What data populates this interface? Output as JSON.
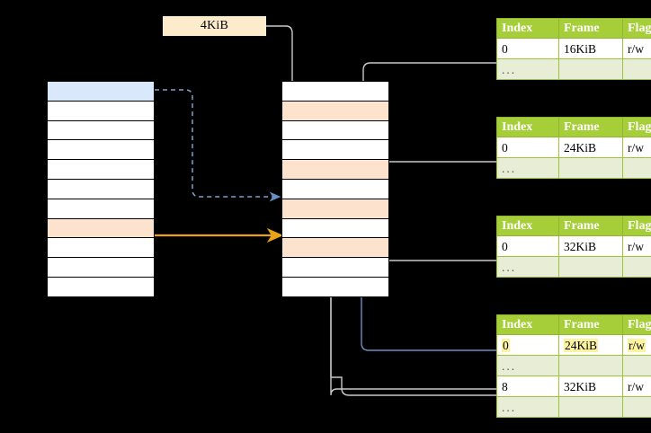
{
  "diagram": {
    "title_chip": {
      "label": "4KiB"
    },
    "colors": {
      "header_green": "#a6ce39",
      "ellipsis_row": "#e8eed6",
      "highlight_yellow": "#fbf3a0",
      "peach": "#fde3cd",
      "blue_row": "#d9e8fb",
      "orange_arrow": "#e8a317",
      "blue_arrow": "#6b8fc4",
      "gray_arrow": "#c9c9c9"
    },
    "left_column": {
      "name": "virtual-address-column",
      "rows": [
        {
          "fill": "blue"
        },
        {
          "fill": "white"
        },
        {
          "fill": "white"
        },
        {
          "fill": "white"
        },
        {
          "fill": "white"
        },
        {
          "fill": "white"
        },
        {
          "fill": "white"
        },
        {
          "fill": "peach"
        },
        {
          "fill": "white"
        },
        {
          "fill": "white"
        },
        {
          "fill": "white"
        }
      ]
    },
    "middle_column": {
      "name": "physical-frame-column",
      "rows": [
        {
          "fill": "white"
        },
        {
          "fill": "peach"
        },
        {
          "fill": "white"
        },
        {
          "fill": "white"
        },
        {
          "fill": "peach"
        },
        {
          "fill": "white"
        },
        {
          "fill": "peach"
        },
        {
          "fill": "white"
        },
        {
          "fill": "peach"
        },
        {
          "fill": "white"
        },
        {
          "fill": "white"
        }
      ]
    },
    "tables": [
      {
        "name": "page-table-level-1",
        "headers": [
          "Index",
          "Frame",
          "Flags"
        ],
        "rows": [
          {
            "cells": [
              "0",
              "16KiB",
              "r/w"
            ],
            "ellipsis": false,
            "highlight": []
          },
          {
            "cells": [
              "...",
              "",
              ""
            ],
            "ellipsis": true,
            "highlight": []
          }
        ]
      },
      {
        "name": "page-table-level-2",
        "headers": [
          "Index",
          "Frame",
          "Flags"
        ],
        "rows": [
          {
            "cells": [
              "0",
              "24KiB",
              "r/w"
            ],
            "ellipsis": false,
            "highlight": []
          },
          {
            "cells": [
              "...",
              "",
              ""
            ],
            "ellipsis": true,
            "highlight": []
          }
        ]
      },
      {
        "name": "page-table-level-3",
        "headers": [
          "Index",
          "Frame",
          "Flags"
        ],
        "rows": [
          {
            "cells": [
              "0",
              "32KiB",
              "r/w"
            ],
            "ellipsis": false,
            "highlight": []
          },
          {
            "cells": [
              "...",
              "",
              ""
            ],
            "ellipsis": true,
            "highlight": []
          }
        ]
      },
      {
        "name": "page-table-level-4",
        "headers": [
          "Index",
          "Frame",
          "Flags"
        ],
        "rows": [
          {
            "cells": [
              "0",
              "24KiB",
              "r/w"
            ],
            "ellipsis": false,
            "highlight": [
              0,
              1,
              2
            ]
          },
          {
            "cells": [
              "...",
              "",
              ""
            ],
            "ellipsis": true,
            "highlight": []
          },
          {
            "cells": [
              "8",
              "32KiB",
              "r/w"
            ],
            "ellipsis": false,
            "highlight": []
          },
          {
            "cells": [
              "...",
              "",
              ""
            ],
            "ellipsis": true,
            "highlight": []
          }
        ]
      }
    ]
  }
}
